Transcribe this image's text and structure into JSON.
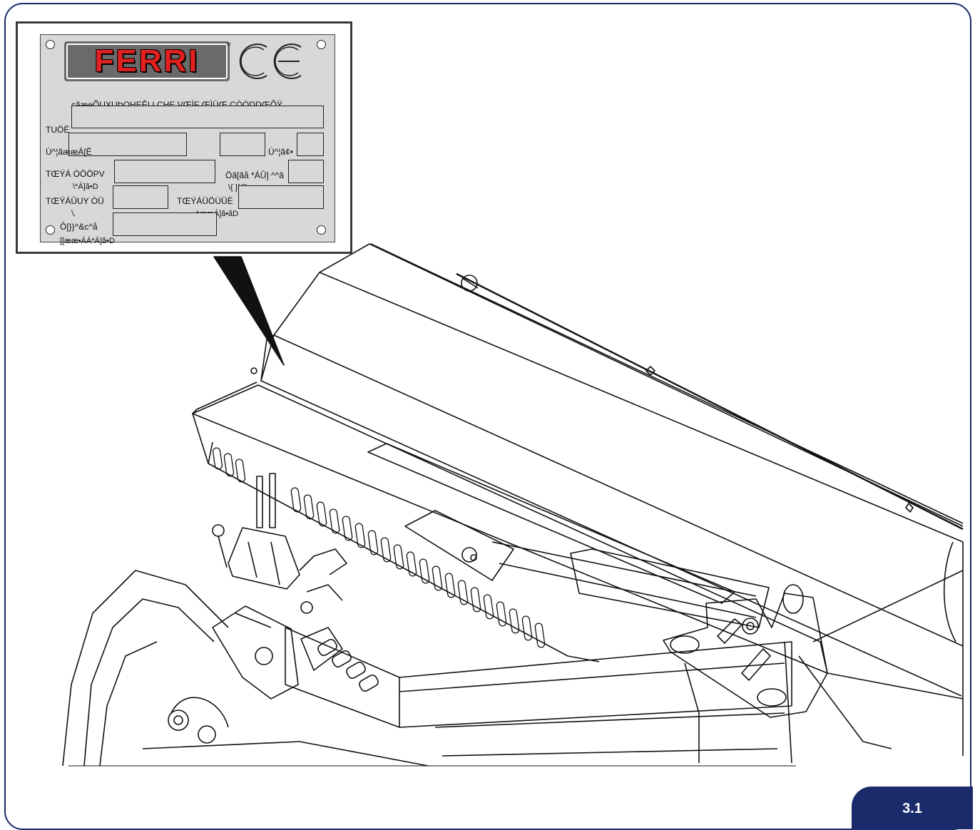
{
  "plate": {
    "brand": "FERRI",
    "registered_mark": "®",
    "ce_mark": "CE",
    "manufacturer_line": "çãæeÕUXUÞQHEÊI I ÇHE VŒÌF ŒÌÙŒ ÇÒÒDDŒÕŸ",
    "labels": {
      "model": "TUÖË",
      "serial": "Ù^¦ãææÁ[Ë",
      "series": "Ù^¦ã¢•",
      "mass_op": "TŒÝÁ ÒÖÖPV",
      "mass_op_unit": "\\*Á]ã•D",
      "width": "Öã[ãå *ÁÛ] ^^ã",
      "width_unit": "\\{ ]{@",
      "mass_max": "TŒÝÁÛUY ÒÜ",
      "mass_max_unit": "\\,",
      "mass_rotor": "TŒÝÁÜÖÙÜÈ",
      "mass_rotor_unit": "àææÁ]ã•ãD",
      "year": "Ô[}}^&c^å",
      "year_unit": "[[ææ•ÁÁ*Á]ã•D"
    }
  },
  "page_number": "3.1",
  "colors": {
    "frame": "#1b2a6b",
    "logo_red": "#e32020",
    "plate_gray": "#d8d8d8"
  }
}
